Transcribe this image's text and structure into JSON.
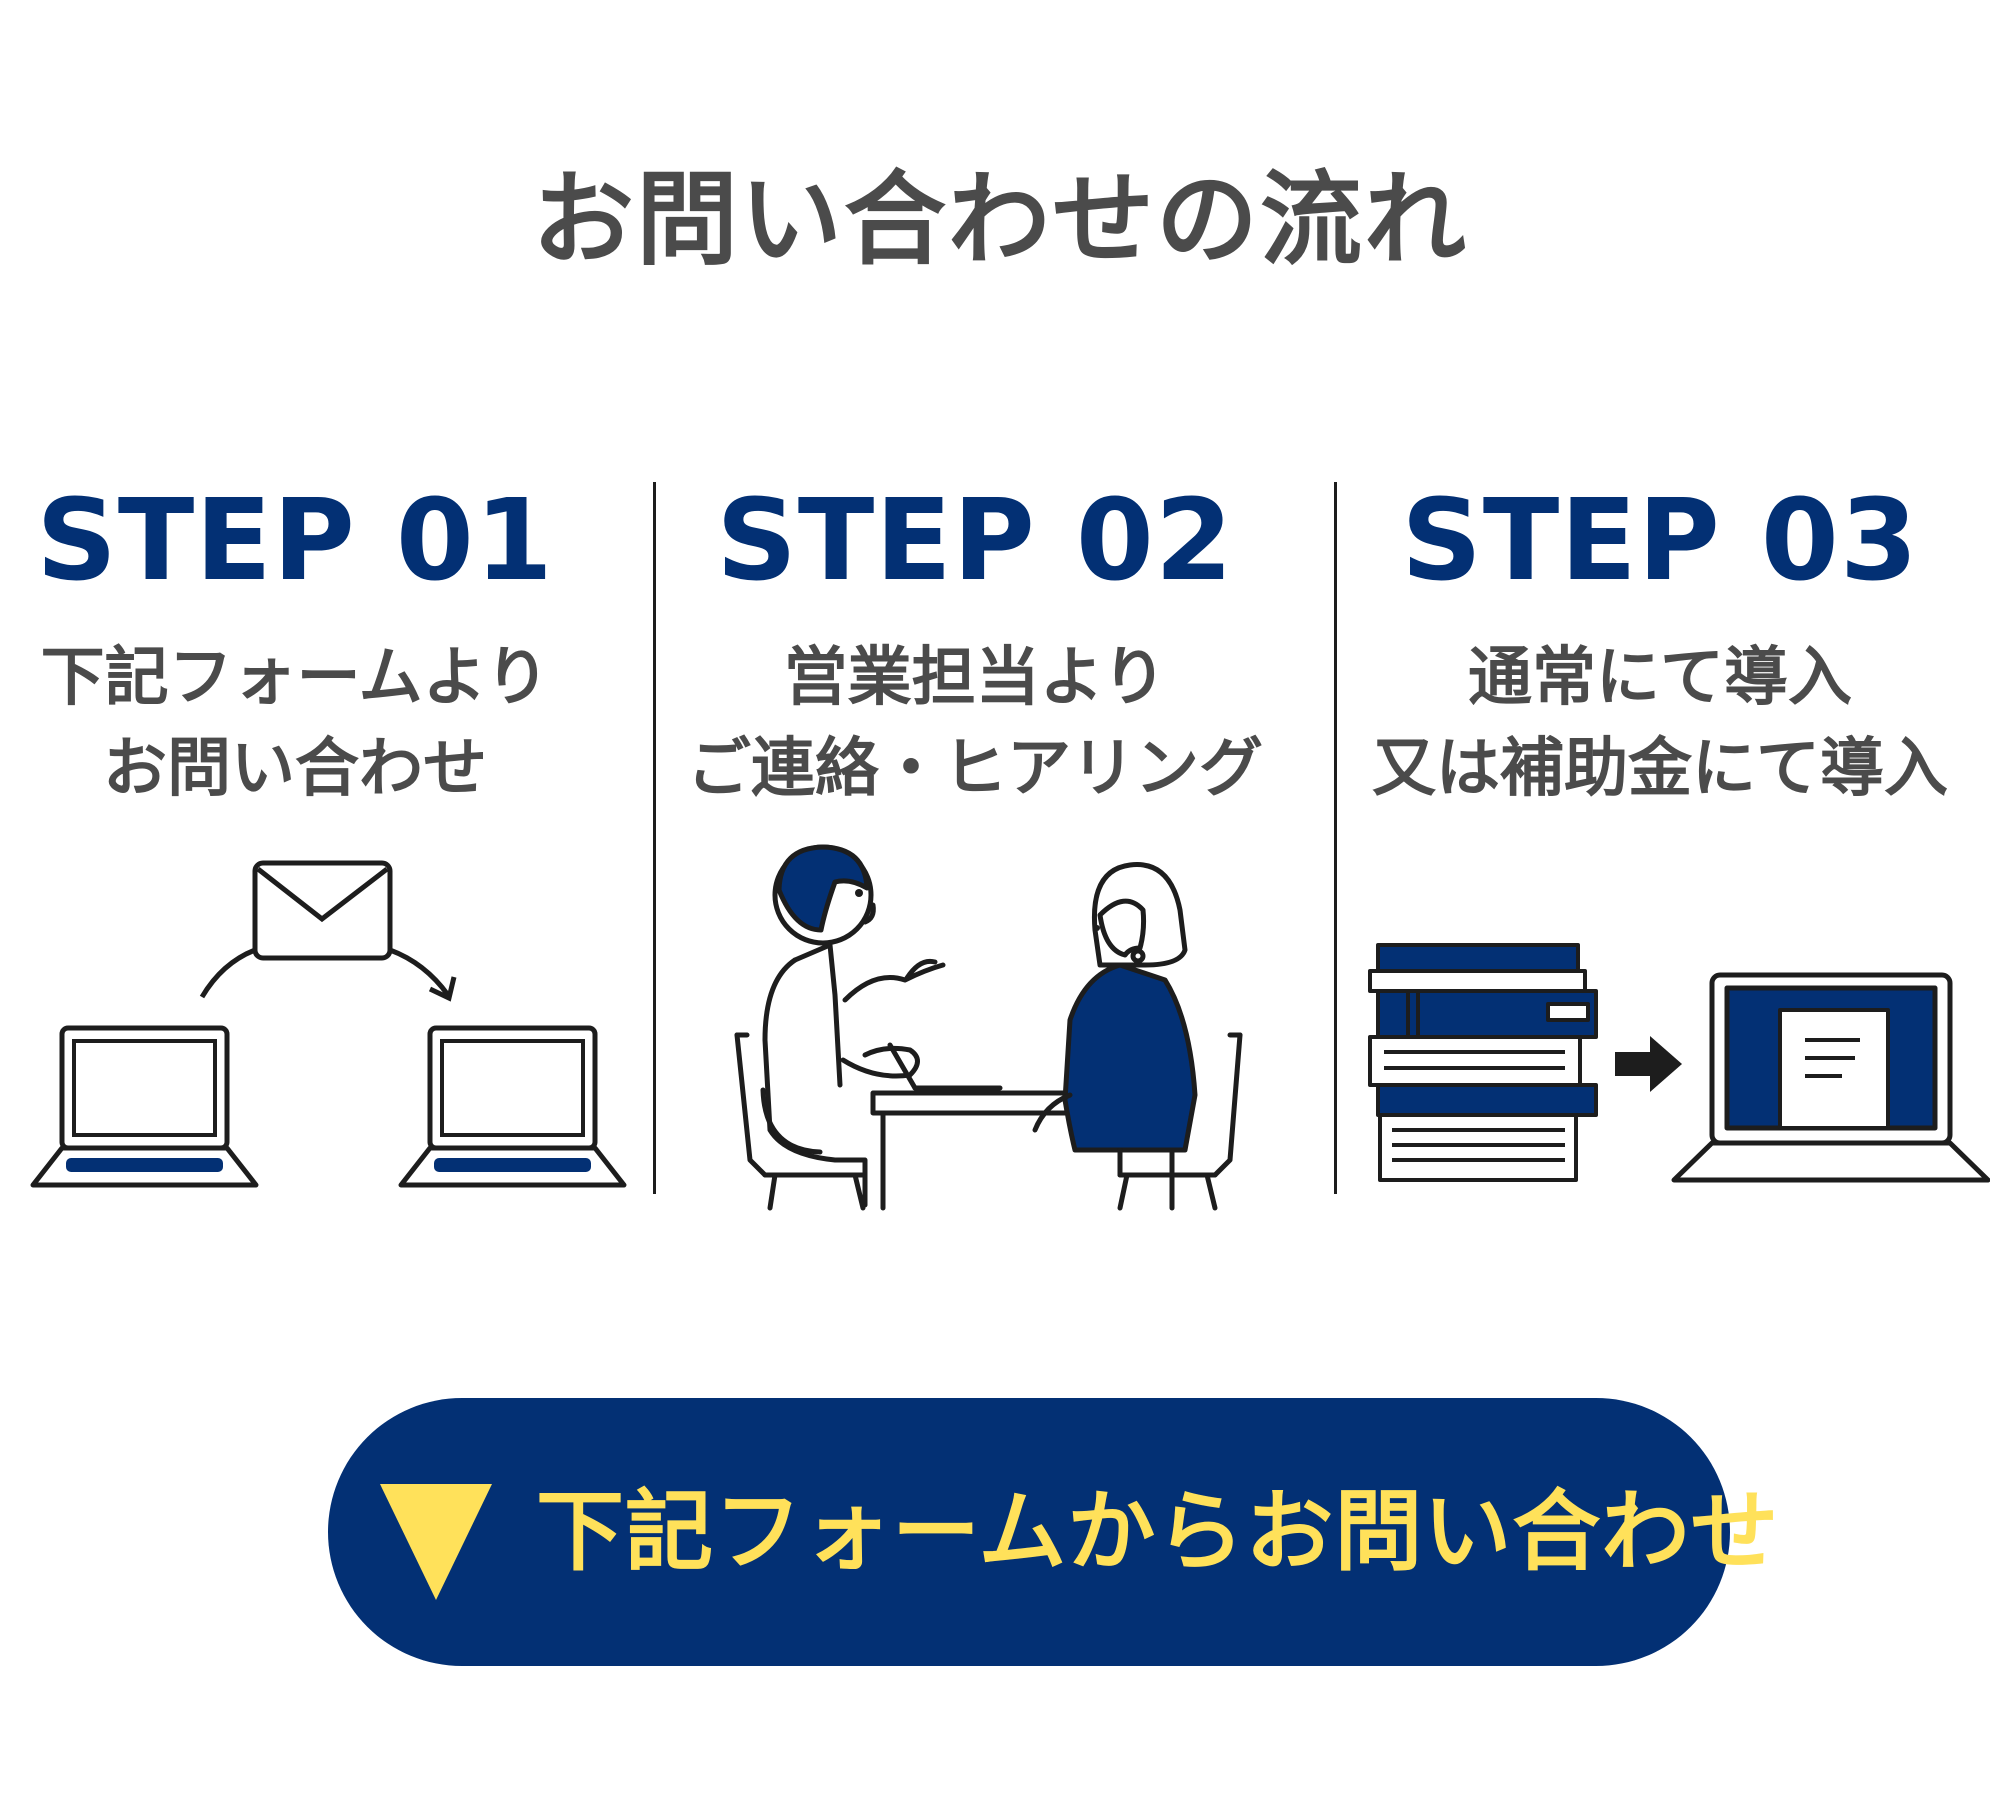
{
  "page_title": "お問い合わせの流れ",
  "colors": {
    "navy": "#033074",
    "text_gray": "#4b4b4b",
    "accent_yellow": "#ffe15a",
    "line_black": "#1d1d1d"
  },
  "steps": [
    {
      "heading": "STEP 01",
      "lines": [
        "下記フォームより",
        "お問い合わせ"
      ],
      "illustration": "mail-between-laptops-icon"
    },
    {
      "heading": "STEP 02",
      "lines": [
        "営業担当より",
        "ご連絡・ヒアリング"
      ],
      "illustration": "meeting-icon"
    },
    {
      "heading": "STEP 03",
      "lines": [
        "通常にて導入",
        "又は補助金にて導入"
      ],
      "illustration": "documents-to-laptop-icon"
    }
  ],
  "cta": {
    "label": "下記フォームからお問い合わせ",
    "icon": "triangle-down-icon"
  }
}
